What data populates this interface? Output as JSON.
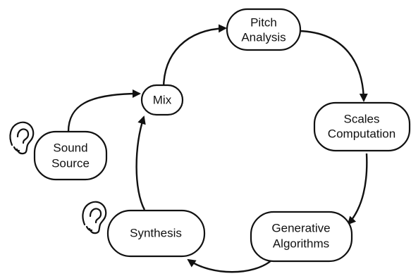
{
  "nodes": {
    "pitch_analysis": [
      "Pitch",
      "Analysis"
    ],
    "scales_computation": [
      "Scales",
      "Computation"
    ],
    "generative_algorithms": [
      "Generative",
      "Algorithms"
    ],
    "synthesis": [
      "Synthesis"
    ],
    "mix": [
      "Mix"
    ],
    "sound_source": [
      "Sound",
      "Source"
    ]
  },
  "icons": {
    "source_ear": "ear-icon",
    "synthesis_ear": "ear-icon"
  },
  "edges": [
    {
      "from": "sound_source",
      "to": "mix"
    },
    {
      "from": "mix",
      "to": "pitch_analysis"
    },
    {
      "from": "pitch_analysis",
      "to": "scales_computation"
    },
    {
      "from": "scales_computation",
      "to": "generative_algorithms"
    },
    {
      "from": "generative_algorithms",
      "to": "synthesis"
    },
    {
      "from": "synthesis",
      "to": "mix"
    }
  ],
  "colors": {
    "stroke": "#111111",
    "fill": "#ffffff"
  }
}
